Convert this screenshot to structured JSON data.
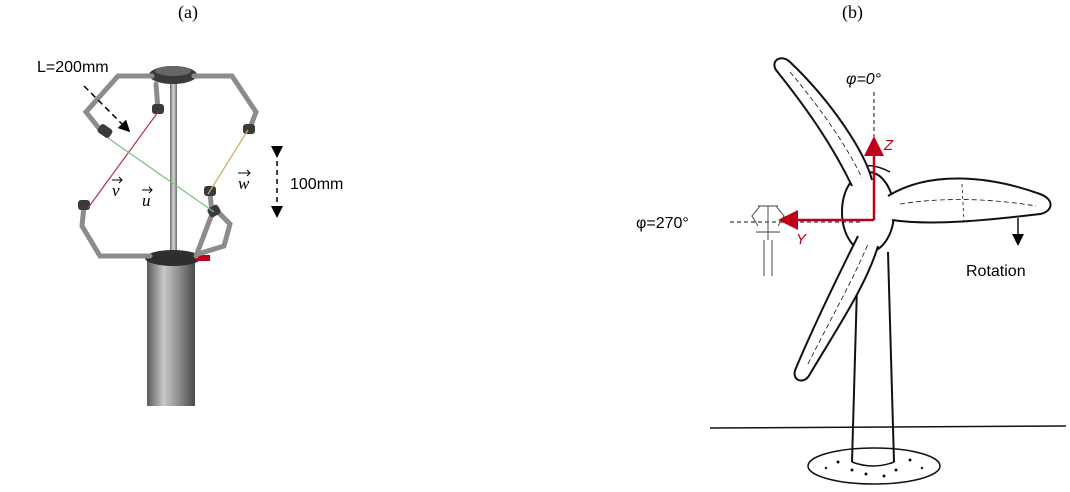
{
  "panels": {
    "a": {
      "label": "(a)",
      "path_length": "L=200mm",
      "axis_v": "v",
      "axis_u": "u",
      "axis_w": "w",
      "height": "100mm"
    },
    "b": {
      "label": "(b)",
      "phi_top": "φ=0°",
      "phi_left": "φ=270°",
      "axis_z": "Z",
      "axis_y": "Y",
      "rotation": "Rotation"
    }
  },
  "colors": {
    "path_v": "#b0304a",
    "path_u": "#7ac27a",
    "path_w": "#c8b060",
    "axis_red": "#c0001a"
  }
}
